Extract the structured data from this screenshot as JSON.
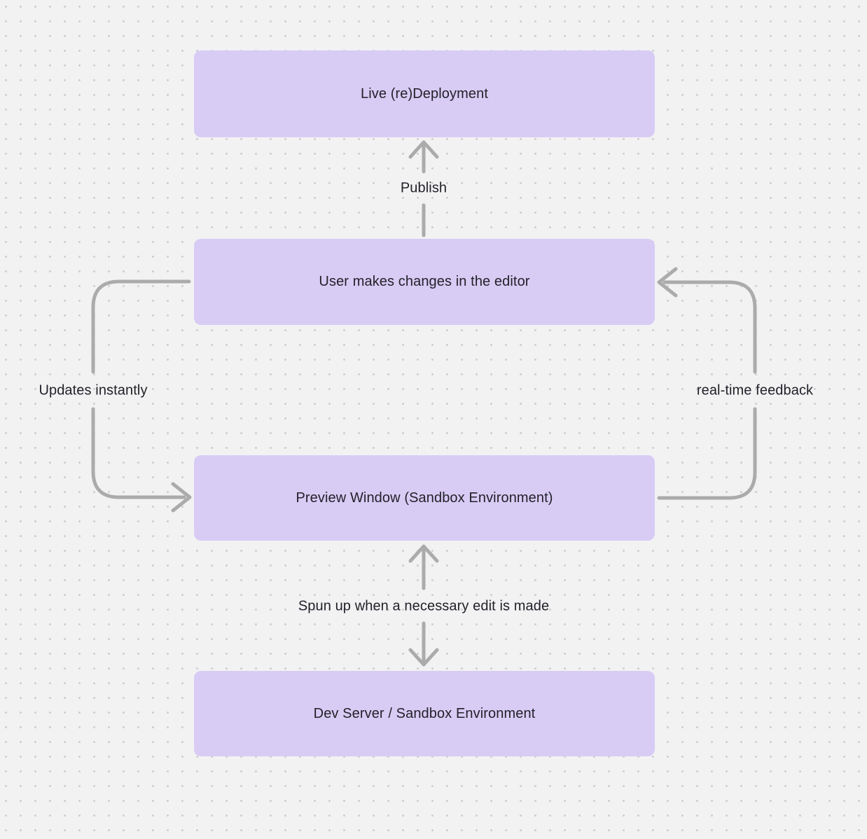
{
  "diagram": {
    "nodes": [
      {
        "id": "live-redeployment",
        "label": "Live (re)Deployment"
      },
      {
        "id": "user-editor",
        "label": "User makes changes in the editor"
      },
      {
        "id": "preview-window",
        "label": "Preview Window (Sandbox Environment)"
      },
      {
        "id": "dev-server",
        "label": "Dev Server / Sandbox Environment"
      }
    ],
    "edges": [
      {
        "id": "publish",
        "label": "Publish",
        "from": "user-editor",
        "to": "live-redeployment",
        "direction": "up"
      },
      {
        "id": "updates-instantly",
        "label": "Updates instantly",
        "from": "user-editor",
        "to": "preview-window",
        "direction": "left-loop-down"
      },
      {
        "id": "real-time-feedback",
        "label": "real-time feedback",
        "from": "preview-window",
        "to": "user-editor",
        "direction": "right-loop-up"
      },
      {
        "id": "spun-up",
        "label": "Spun up when a necessary edit is made",
        "from": "preview-window",
        "to": "dev-server",
        "direction": "both"
      }
    ],
    "colors": {
      "background": "#f2f2f3",
      "dot": "#cfcfd2",
      "node_fill": "#d8ccf5",
      "arrow": "#ababab",
      "text": "#232129"
    }
  }
}
